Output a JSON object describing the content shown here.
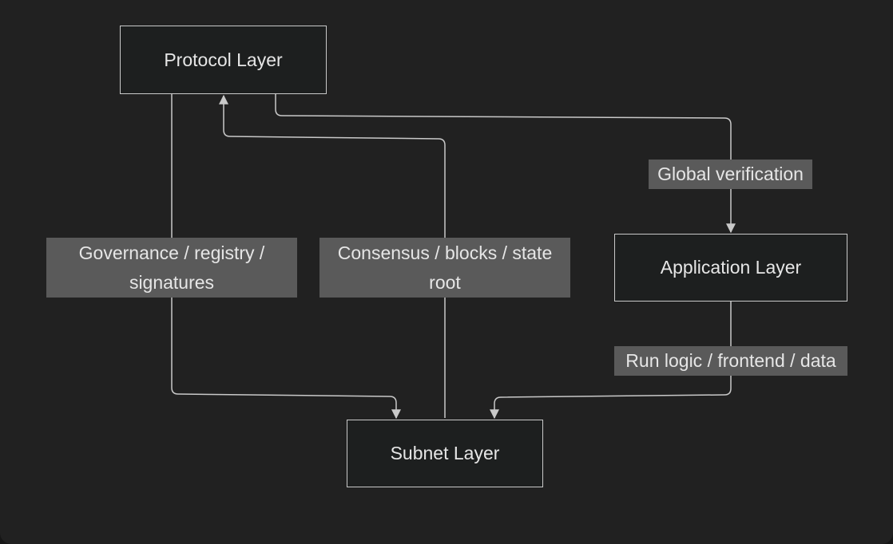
{
  "nodes": {
    "protocol": "Protocol Layer",
    "application": "Application Layer",
    "subnet": "Subnet Layer"
  },
  "edges": {
    "global_verification": "Global verification",
    "governance": "Governance / registry / signatures",
    "consensus": "Consensus / blocks / state root",
    "run_logic": "Run logic / frontend / data"
  },
  "colors": {
    "background": "#212121",
    "node_fill": "#1d1f1f",
    "stroke": "#c9c9c9",
    "label_fill": "#5a5a5a",
    "text": "#e6e6e6"
  }
}
